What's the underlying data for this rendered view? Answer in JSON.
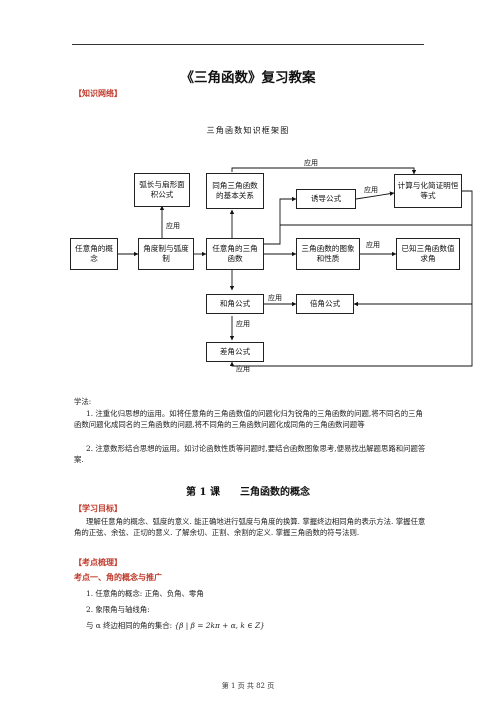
{
  "title": "《三角函数》复习教案",
  "tag_knowledge": "【知识网络】",
  "diagram": {
    "title": "三角函数知识框架图",
    "boxes": {
      "arc_sector": "弧长与扇形面积公式",
      "same_angle": "同角三角函数的基本关系",
      "induction": "诱导公式",
      "compute": "计算与化简证明恒等式",
      "any_angle_concept": "任意角的概念",
      "degree_radian": "角度制与弧度制",
      "any_angle_func": "任意角的三角函数",
      "graph_property": "三角函数的图象和性质",
      "known_value": "已知三角函数值求角",
      "sum_formula": "和角公式",
      "double_formula": "倍角公式",
      "diff_formula": "差角公式"
    },
    "apply_label": "应用"
  },
  "study": {
    "intro": "学法:",
    "p1": "1. 注重化归思想的运用。如将任意角的三角函数值的问题化归为锐角的三角函数的问题,将不同名的三角函数问题化成同名的三角函数的问题,将不同角的三角函数问题化成同角的三角函数问题等",
    "p2": "2. 注意数形结合思想的运用。如讨论函数性质等问题时,要结合函数图象思考,便易找出解题思路和问题答案."
  },
  "lesson_title": "第 1 课　　三角函数的概念",
  "tag_goal": "【学习目标】",
  "goal_text": "理解任意角的概念、弧度的意义. 能正确地进行弧度与角度的换算. 掌握终边相同角的表示方法. 掌握任意角的正弦、余弦、正切的意义. 了解余切、正割、余割的定义. 掌握三角函数的符号法则.",
  "tag_review": "【考点梳理】",
  "kp1": "考点一、角的概念与推广",
  "item1": "1. 任意角的概念: 正角、负角、零角",
  "item2": "2. 象限角与轴线角:",
  "formula_prefix": "与 α 终边相同的角的集合: ",
  "formula": "{β | β = 2kπ + α, k ∈ Z}",
  "footer": "第 1 页 共 82 页"
}
